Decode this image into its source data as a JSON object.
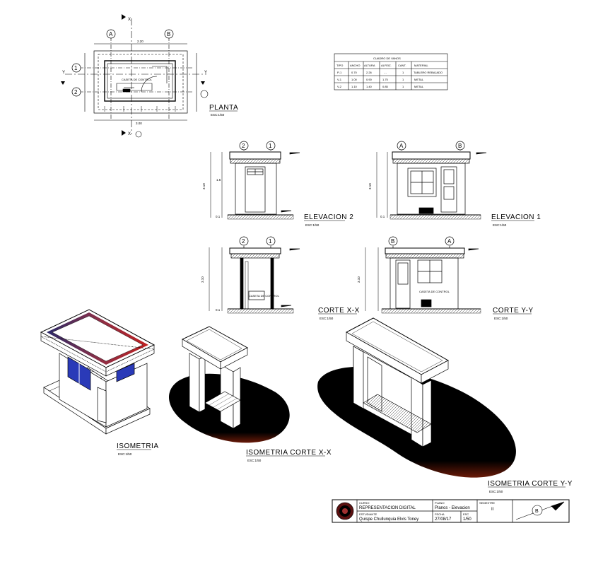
{
  "views": {
    "planta": {
      "label": "PLANTA",
      "scale": "ESC:1/50",
      "room": "CASETA DE CONTROL"
    },
    "elevacion2": {
      "label": "ELEVACION 2",
      "scale": "ESC:1/50"
    },
    "elevacion1": {
      "label": "ELEVACION 1",
      "scale": "ESC:1/50"
    },
    "corte_xx": {
      "label": "CORTE X-X",
      "scale": "ESC:1/50",
      "room": "CASETA DE CONTROL"
    },
    "corte_yy": {
      "label": "CORTE Y-Y",
      "scale": "ESC:1/50",
      "room": "CASETA DE CONTROL"
    },
    "isometria": {
      "label": "ISOMETRIA",
      "scale": "ESC:1/50"
    },
    "iso_corte_xx": {
      "label": "ISOMETRIA CORTE X-X",
      "scale": "ESC:1/50"
    },
    "iso_corte_yy": {
      "label": "ISOMETRIA CORTE Y-Y",
      "scale": "ESC:1/50"
    }
  },
  "grid_axes": {
    "a": "A",
    "b": "B",
    "one": "1",
    "two": "2",
    "x": "X",
    "y": "Y"
  },
  "dimensions": {
    "planta_top": "2.20",
    "planta_bottom": "3.00",
    "elev2_height": "3.10",
    "elev1_height": "3.10",
    "corte_xx_height": "3.10",
    "corte_yy_height": "3.10",
    "sub_01": "0.1",
    "sub_15": "1.5"
  },
  "vanos_table": {
    "title": "CUADRO DE VANOS",
    "headers": [
      "TIPO",
      "ANCHO",
      "ALTURA",
      "ALFEIZ.",
      "CANT.",
      "MATERIAL"
    ],
    "rows": [
      [
        "P-1",
        "0.70",
        "2.26",
        "- -",
        "1",
        "TABLERO REBAJADO"
      ],
      [
        "V-1",
        "1.00",
        "0.90",
        "1.75",
        "1",
        "METAL"
      ],
      [
        "V-2",
        "1.10",
        "1.40",
        "0.85",
        "1",
        "METAL"
      ]
    ]
  },
  "title_block": {
    "curso_label": "CURSO",
    "curso": "REPRESENTACION DIGITAL",
    "estudiante_label": "ESTUDIANTE",
    "estudiante": "Quispe Chullunquia Elvis Toney",
    "plano_label": "PLANO",
    "plano": "Planos - Elevacion",
    "fecha_label": "FECHA",
    "fecha": "27/08/17",
    "esc_label": "ESC",
    "esc": "1/50",
    "semestre_label": "SEMESTRE",
    "semestre": "II",
    "lamina": "B"
  }
}
